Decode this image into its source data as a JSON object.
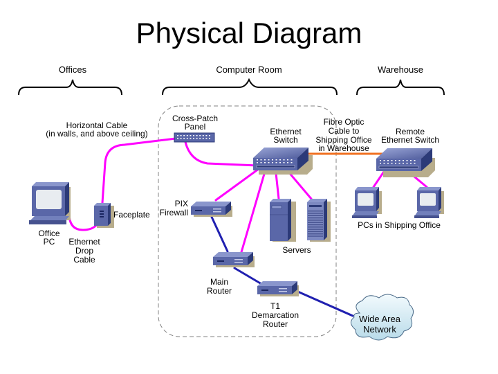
{
  "title": "Physical Diagram",
  "sections": [
    {
      "label": "Offices"
    },
    {
      "label": "Computer Room"
    },
    {
      "label": "Warehouse"
    }
  ],
  "colors": {
    "ethernet_cable": "#ff00ff",
    "fibre_cable": "#f07020",
    "router_link": "#2020b0",
    "device_fill": "#5a67a8",
    "device_dark": "#2c3a78",
    "device_light": "#8a96cc",
    "shadow": "#b8ad8c",
    "cloud": "#dceef6",
    "room_border": "#808080"
  },
  "labels": {
    "horizontal_cable": [
      "Horizontal Cable",
      "(in walls, and above ceiling)"
    ],
    "cross_patch_panel": [
      "Cross-Patch",
      "Panel"
    ],
    "ethernet_switch": [
      "Ethernet",
      "Switch"
    ],
    "fibre_optic": [
      "Fibre Optic",
      "Cable to",
      "Shipping Office",
      "in Warehouse"
    ],
    "remote_switch": [
      "Remote",
      "Ethernet Switch"
    ],
    "pix_firewall": [
      "PIX",
      "Firewall"
    ],
    "faceplate": "Faceplate",
    "office_pc": [
      "Office",
      "PC"
    ],
    "ethernet_drop": [
      "Ethernet",
      "Drop",
      "Cable"
    ],
    "servers": "Servers",
    "pcs_shipping": "PCs in Shipping Office",
    "main_router": [
      "Main",
      "Router"
    ],
    "t1_router": [
      "T1",
      "Demarcation",
      "Router"
    ],
    "wan": [
      "Wide Area",
      "Network"
    ]
  }
}
